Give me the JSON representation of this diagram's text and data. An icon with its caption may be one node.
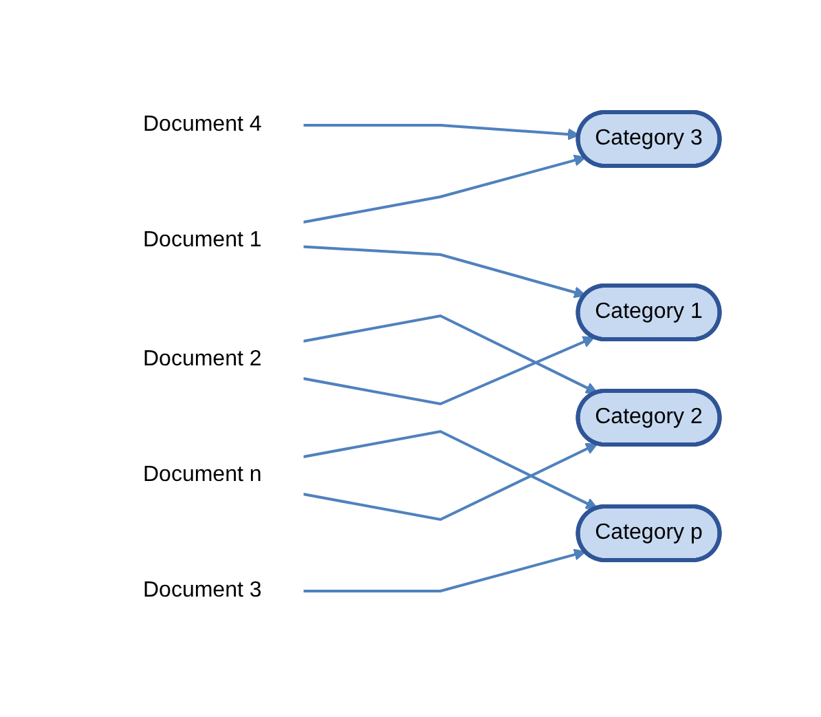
{
  "diagram": {
    "nodes": [
      {
        "text": [
          "Document 1"
        ]
      },
      {
        "text": [
          "Document 2"
        ]
      },
      {
        "text": [
          "Document 3"
        ]
      },
      {
        "text": [
          "Document 4"
        ]
      },
      {
        "text": [
          "Document n"
        ]
      },
      {
        "text": [
          "Category 1"
        ]
      },
      {
        "text": [
          "Category 2"
        ]
      },
      {
        "text": [
          "Category 3"
        ]
      },
      {
        "text": [
          "Category p"
        ]
      }
    ],
    "edges": [
      {
        "from": 0,
        "to": 5,
        "arrow": "to"
      },
      {
        "from": 0,
        "to": 7,
        "arrow": "to"
      },
      {
        "from": 1,
        "to": 5,
        "arrow": "to"
      },
      {
        "from": 1,
        "to": 6,
        "arrow": "to"
      },
      {
        "from": 2,
        "to": 8,
        "arrow": "to"
      },
      {
        "from": 3,
        "to": 7,
        "arrow": "to"
      },
      {
        "from": 4,
        "to": 6,
        "arrow": "to"
      },
      {
        "from": 4,
        "to": 8,
        "arrow": "to"
      }
    ]
  }
}
